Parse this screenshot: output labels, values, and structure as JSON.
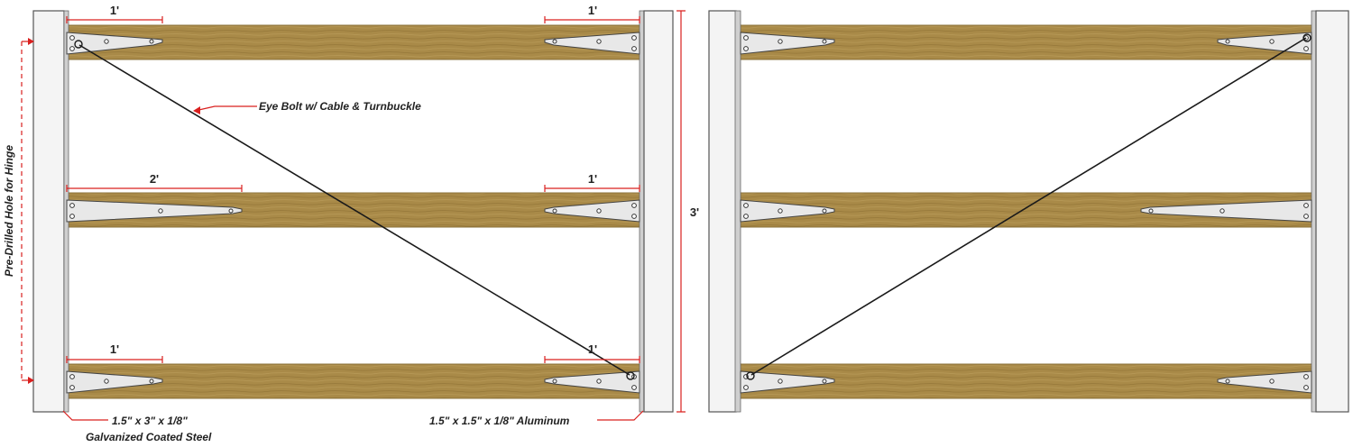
{
  "colors": {
    "wood": "#a98a48",
    "wood_dark": "#7d6431",
    "wood_light": "#c2a463",
    "post_fill": "#f2f2f2",
    "post_stroke": "#555555",
    "steel": "#d9d9d9",
    "dimension_red": "#d9201f",
    "cable": "#1a1a1a"
  },
  "icons": {
    "hinge_strap": "hinge-strap-icon",
    "eye_bolt": "eye-bolt-icon"
  },
  "dimensions": {
    "top_left": "1'",
    "top_right": "1'",
    "middle_left": "2'",
    "middle_right": "1'",
    "bottom_left": "1'",
    "bottom_right": "1'",
    "height": "3'"
  },
  "labels": {
    "cable": "Eye Bolt w/ Cable & Turnbuckle",
    "hinge_hole": "Pre-Drilled Hole for Hinge",
    "steel_line1": "1.5\" x 3\" x 1/8\"",
    "steel_line2": "Galvanized Coated Steel",
    "aluminum": "1.5\" x 1.5\" x 1/8\" Aluminum"
  }
}
